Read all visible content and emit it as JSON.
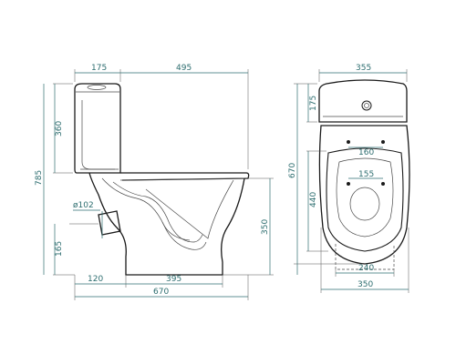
{
  "figure": {
    "accent_color": "#2e6e70",
    "line_color": "#1a1a1a"
  },
  "side_view": {
    "dims": {
      "tank_depth": "175",
      "bowl_depth_top": "495",
      "tank_height": "360",
      "total_height": "785",
      "outlet_diameter": "ø102",
      "outlet_height": "165",
      "bowl_height": "350",
      "outlet_offset": "120",
      "base_length": "395",
      "total_length": "670"
    }
  },
  "top_view": {
    "dims": {
      "tank_width": "355",
      "tank_depth": "175",
      "mounting_holes": "160",
      "total_length": "670",
      "seat_holes": "155",
      "seat_length": "440",
      "base_width": "240",
      "bowl_width": "350"
    }
  }
}
